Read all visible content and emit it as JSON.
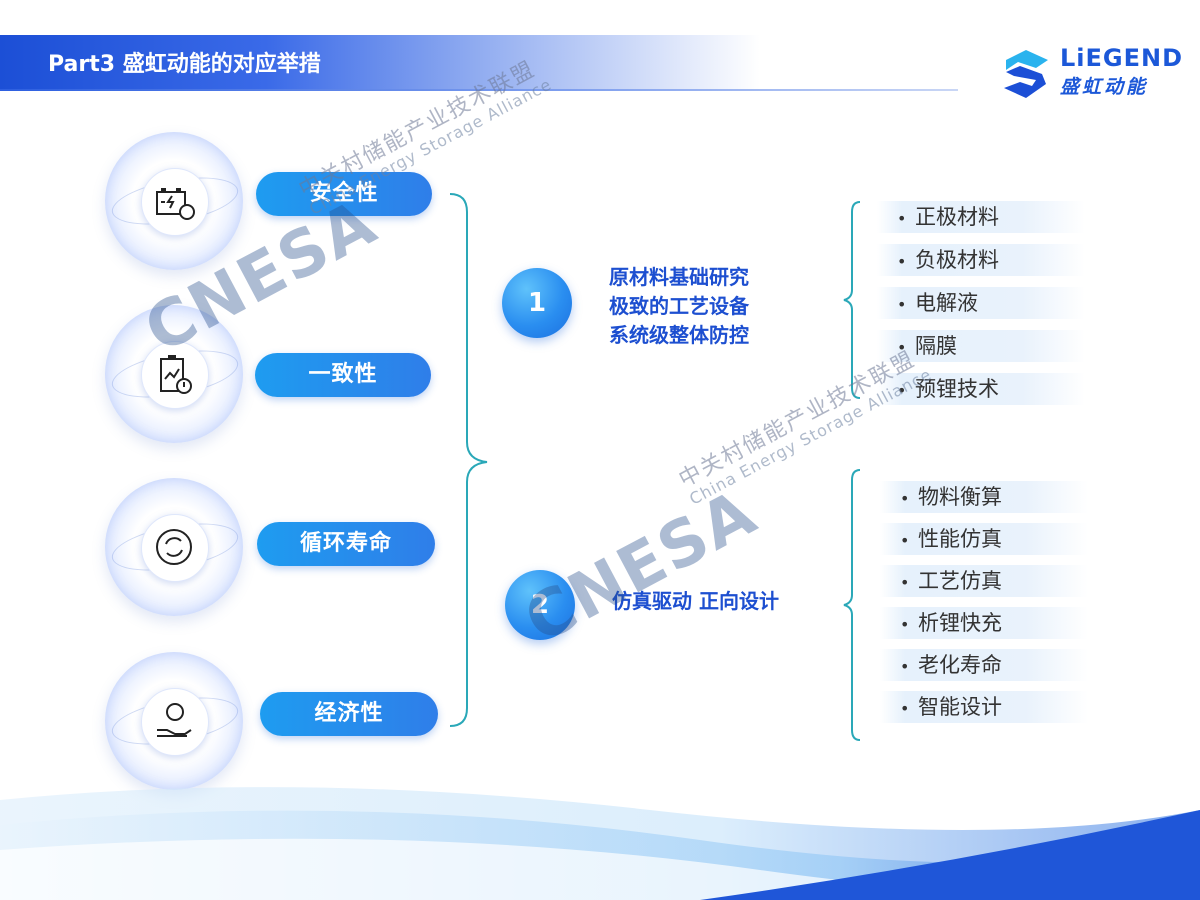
{
  "header": {
    "title": "Part3 盛虹动能的对应举措",
    "logo": {
      "word": "LiEGEND",
      "cn": "盛虹动能"
    }
  },
  "features": [
    {
      "label": "安全性",
      "icon": "battery-shield-icon"
    },
    {
      "label": "一致性",
      "icon": "battery-warning-icon"
    },
    {
      "label": "循环寿命",
      "icon": "cycle-icon"
    },
    {
      "label": "经济性",
      "icon": "hand-coin-icon"
    }
  ],
  "measures": [
    {
      "number": "1",
      "lines": [
        "原材料基础研究",
        "极致的工艺设备",
        "系统级整体防控"
      ]
    },
    {
      "number": "2",
      "lines": [
        "仿真驱动 正向设计"
      ]
    }
  ],
  "group1_items": [
    "正极材料",
    "负极材料",
    "电解液",
    "隔膜",
    "预锂技术"
  ],
  "group2_items": [
    "物料衡算",
    "性能仿真",
    "工艺仿真",
    "析锂快充",
    "老化寿命",
    "智能设计"
  ],
  "bullet": "•",
  "watermark": {
    "big": "CNESA",
    "cn": "中关村储能产业技术联盟",
    "en": "China Energy Storage Alliance"
  },
  "colors": {
    "accent": "#1d4fd0",
    "pill": "#2a8ef0",
    "bracket": "#2aa8b8"
  }
}
